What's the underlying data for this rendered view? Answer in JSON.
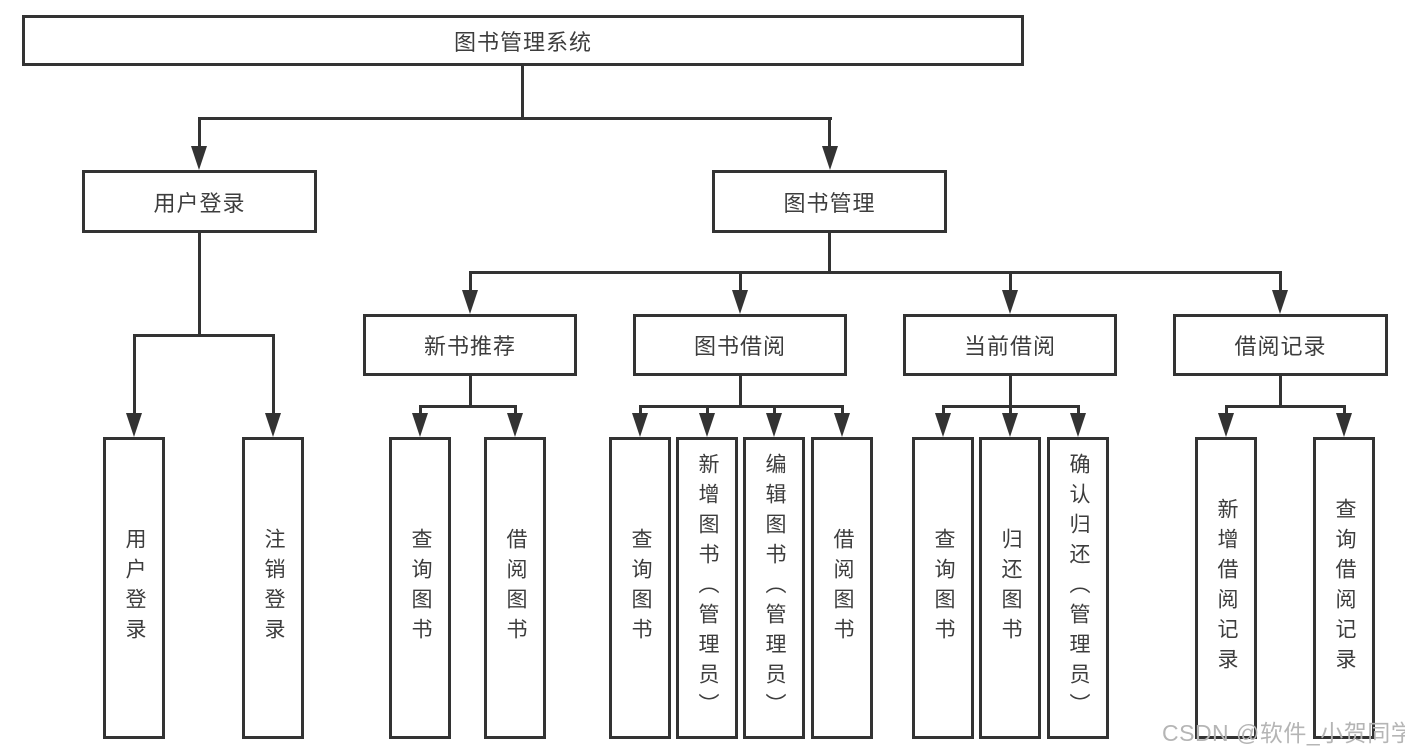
{
  "nodes": {
    "root": "图书管理系统",
    "user_login": "用户登录",
    "book_mgmt": "图书管理",
    "new_books": "新书推荐",
    "borrow": "图书借阅",
    "current": "当前借阅",
    "records": "借阅记录"
  },
  "leaves": {
    "user_login": [
      "用户登录",
      "注销登录"
    ],
    "new_books": [
      "查询图书",
      "借阅图书"
    ],
    "borrow": [
      "查询图书",
      "新增图书（管理员）",
      "编辑图书（管理员）",
      "借阅图书"
    ],
    "current": [
      "查询图书",
      "归还图书",
      "确认归还（管理员）"
    ],
    "records": [
      "新增借阅记录",
      "查询借阅记录"
    ]
  },
  "watermark": "CSDN @软件_小贺同学",
  "colors": {
    "line": "#333333",
    "text": "#3d3d3d",
    "watermark": "#b5b5b5"
  }
}
